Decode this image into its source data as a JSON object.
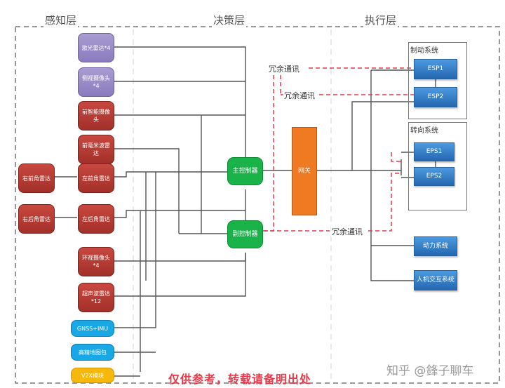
{
  "layers": {
    "perception": "感知层",
    "decision": "决策层",
    "execution": "执行层"
  },
  "perception_nodes": [
    {
      "id": "lidar",
      "label": "激光雷达*4",
      "color": "purple"
    },
    {
      "id": "side-camera",
      "label": "侧视摄像头*4",
      "color": "purple"
    },
    {
      "id": "front-smart-camera",
      "label": "前智能摄像头",
      "color": "red"
    },
    {
      "id": "front-mmw-radar",
      "label": "前毫米波雷达",
      "color": "red"
    },
    {
      "id": "right-front-corner-radar",
      "label": "右前角雷达",
      "color": "red"
    },
    {
      "id": "left-front-corner-radar",
      "label": "左前角雷达",
      "color": "red"
    },
    {
      "id": "right-rear-corner-radar",
      "label": "右后角雷达",
      "color": "red"
    },
    {
      "id": "left-rear-corner-radar",
      "label": "左后角雷达",
      "color": "red"
    },
    {
      "id": "surround-camera",
      "label": "环视摄像头*4",
      "color": "red"
    },
    {
      "id": "ultrasonic-radar",
      "label": "超声波雷达*12",
      "color": "red"
    },
    {
      "id": "gnss-imu",
      "label": "GNSS+IMU",
      "color": "cyan"
    },
    {
      "id": "hd-map",
      "label": "高精地图包",
      "color": "cyan"
    },
    {
      "id": "v2x",
      "label": "V2X模块",
      "color": "yellow"
    }
  ],
  "decision_nodes": {
    "main_controller": "主控制器",
    "backup_controller": "副控制器",
    "gateway": "网关"
  },
  "execution": {
    "brake_system": {
      "title": "制动系统",
      "units": [
        "ESP1",
        "ESP2"
      ]
    },
    "steering_system": {
      "title": "转向系统",
      "units": [
        "EPS1",
        "EPS2"
      ]
    },
    "powertrain": "动力系统",
    "hmi": "人机交互系统"
  },
  "redundant_comm_label": "冗余通讯",
  "colors": {
    "purple": "#9a8cc8",
    "red": "#b43a33",
    "cyan": "#19a7e6",
    "yellow": "#f6b90b",
    "green": "#19b34a",
    "orange": "#ef7a22",
    "blue": "#3a82cc",
    "redundant_line": "#e8384a"
  },
  "watermark": "仅供参考，转载请备明出处",
  "attribution": "知乎 @鋒子聊车"
}
